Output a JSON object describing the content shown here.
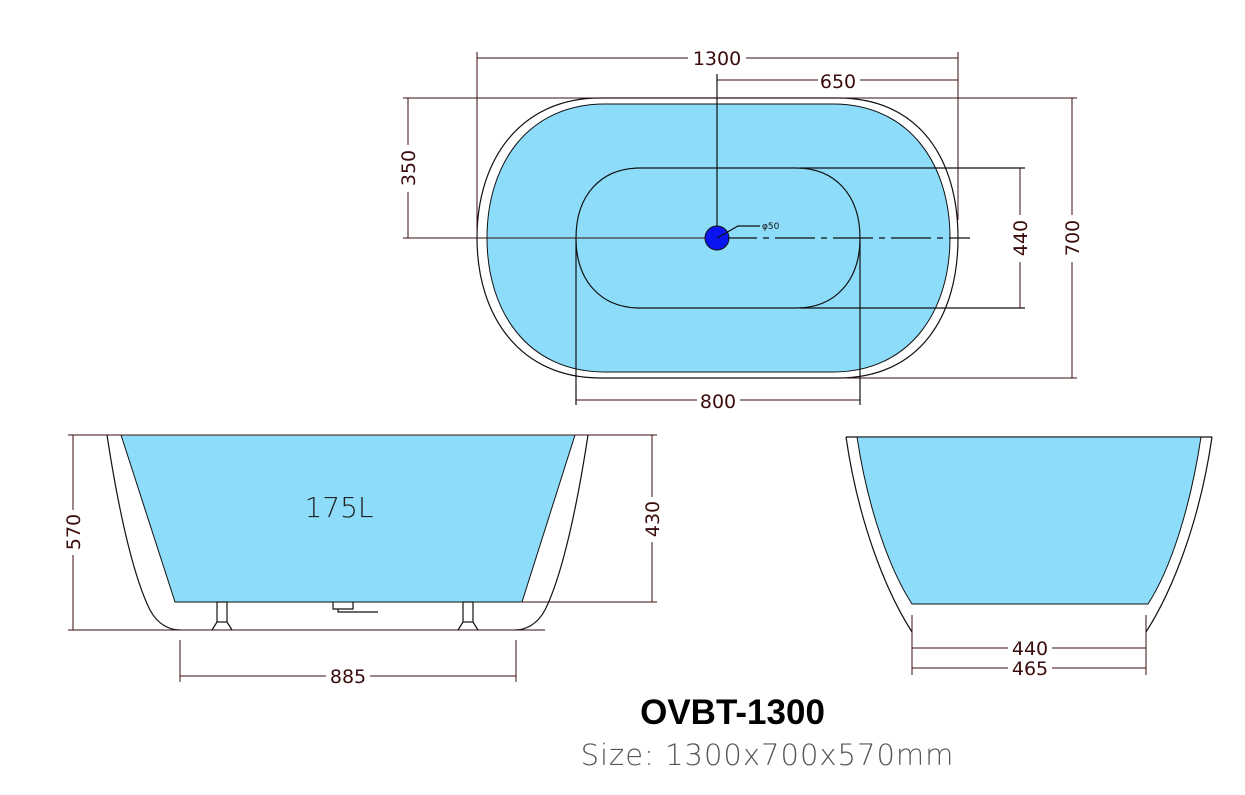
{
  "colors": {
    "water": "#8cdcfa",
    "drain": "#0a14f0",
    "dimension": "#3a0c0c"
  },
  "top_view": {
    "dim_length": "1300",
    "dim_half_length": "650",
    "dim_half_width": "350",
    "dim_width": "700",
    "dim_inner_width": "440",
    "dim_inner_length": "800",
    "drain_label": "φ50"
  },
  "side_view": {
    "volume": "175L",
    "dim_height": "570",
    "dim_depth": "430",
    "dim_base": "885"
  },
  "end_view": {
    "dim_inner_base": "440",
    "dim_outer_base": "465"
  },
  "product": {
    "model": "OVBT-1300",
    "size": "Size: 1300x700x570mm"
  }
}
